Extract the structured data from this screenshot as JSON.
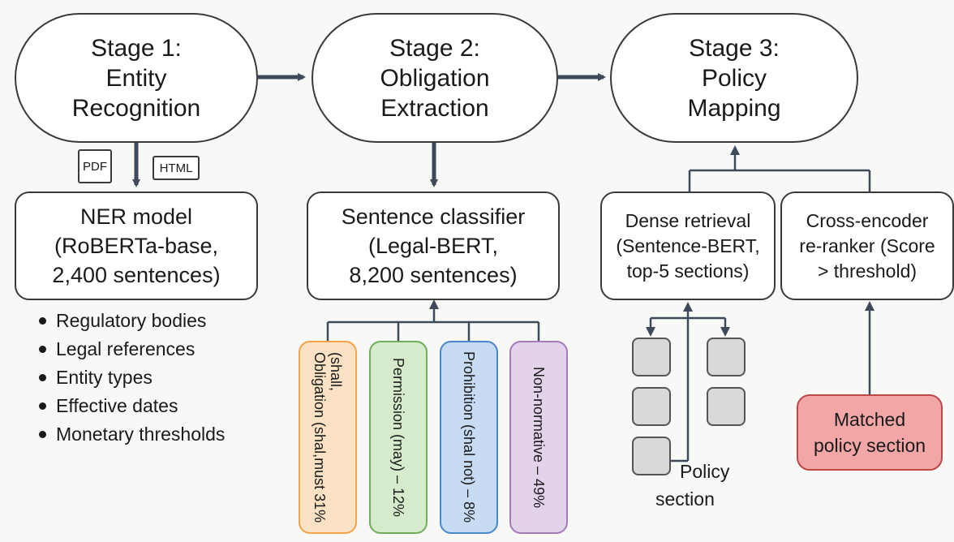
{
  "stages": [
    {
      "line1": "Stage 1:",
      "line2": "Entity",
      "line3": "Recognition"
    },
    {
      "line1": "Stage 2:",
      "line2": "Obligation",
      "line3": "Extraction"
    },
    {
      "line1": "Stage 3:",
      "line2": "Policy",
      "line3": "Mapping"
    }
  ],
  "inputs": {
    "pdf": "PDF",
    "html": "HTML"
  },
  "ner_box": {
    "line1": "NER model",
    "line2": "(RoBERTa-base,",
    "line3": "2,400 sentences)"
  },
  "entities": [
    "Regulatory bodies",
    "Legal references",
    "Entity types",
    "Effective dates",
    "Monetary thresholds"
  ],
  "classifier_box": {
    "line1": "Sentence classifier",
    "line2": "(Legal-BERT,",
    "line3": "8,200 sentences)"
  },
  "classes": [
    {
      "line1": "(shall,",
      "line2": "Obligation (shal,must 31%",
      "color": "#f4a34a",
      "fill": "#fbe2c4"
    },
    {
      "line1": "Permission (may) – 12%",
      "line2": "",
      "color": "#6fae5c",
      "fill": "#d5ebcb"
    },
    {
      "line1": "Prohibition (shal not) – 8%",
      "line2": "",
      "color": "#4a86c8",
      "fill": "#c7dcf3"
    },
    {
      "line1": "Non-normative – 49%",
      "line2": "",
      "color": "#a47ab8",
      "fill": "#e2d2ea"
    }
  ],
  "dense_box": {
    "line1": "Dense retrieval",
    "line2": "(Sentence-BERT,",
    "line3": "top-5 sections)"
  },
  "cross_box": {
    "line1": "Cross-encoder",
    "line2": "re-ranker (Score",
    "line3": "> threshold)"
  },
  "policy_label": {
    "line1": "Policy",
    "line2": "section"
  },
  "matched": {
    "line1": "Matched",
    "line2": "policy section"
  }
}
